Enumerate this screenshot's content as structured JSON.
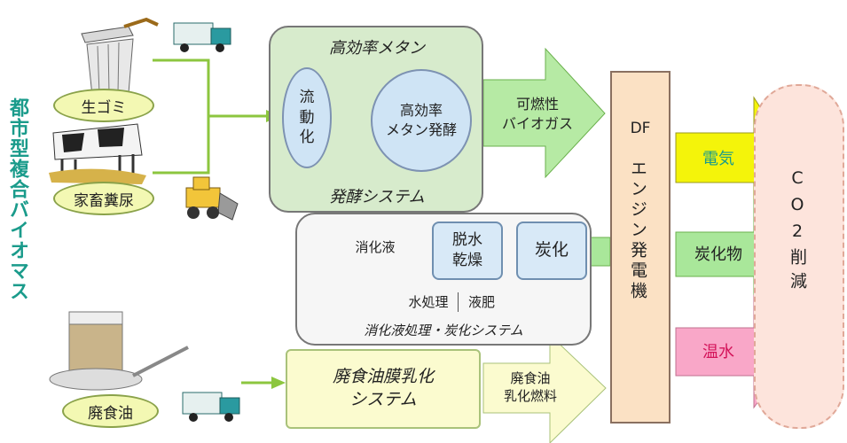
{
  "side_title": "都市型複合バイオマス",
  "inputs": {
    "garbage_label": "生ゴミ",
    "manure_label": "家畜糞尿",
    "oil_label": "廃食油"
  },
  "methane_system": {
    "header": "高効率メタン",
    "fluidize": "流\n動\n化",
    "fermentation": "高効率\nメタン発酵",
    "footer": "発酵システム"
  },
  "biogas_arrow": "可燃性\nバイオガス",
  "digestate_system": {
    "input_label": "消化液",
    "dehydrate": "脱水\n乾燥",
    "carbonize": "炭化",
    "water_treatment": "水処理",
    "liquid_fertilizer": "液肥",
    "footer": "消化液処理・炭化システム"
  },
  "oil_system": {
    "box": "廃食油膜乳化\nシステム",
    "arrow": "廃食油\n乳化燃料"
  },
  "engine": "DF\nエンジン発電機",
  "outputs": {
    "electricity": "電気",
    "char": "炭化物",
    "hot_water": "温水"
  },
  "co2": "CO2削減",
  "colors": {
    "title_teal": "#1a9b8b",
    "arrow_green": "#a9e79a",
    "yellow": "#f4f40a",
    "pink": "#f9a7c8"
  }
}
